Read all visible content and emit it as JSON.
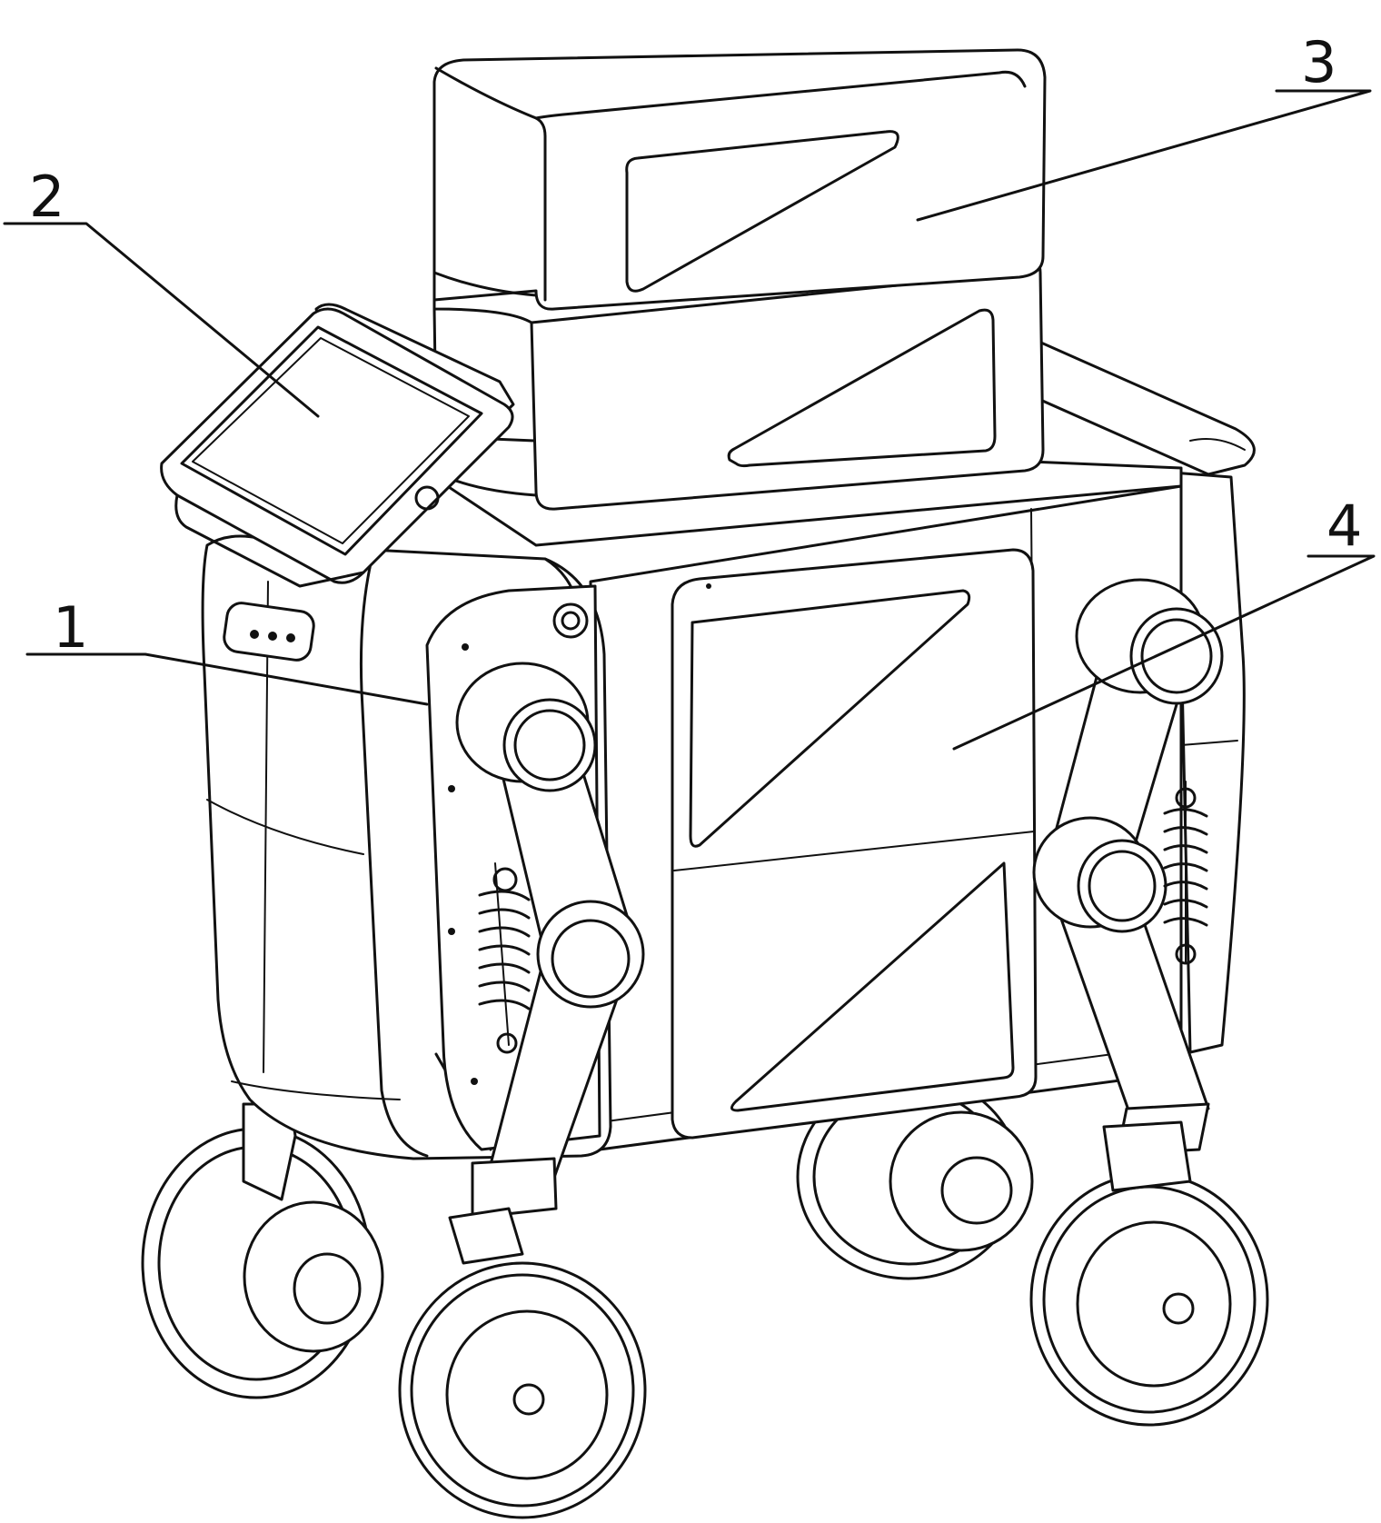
{
  "figure": {
    "callouts": [
      {
        "id": "1",
        "label": "1"
      },
      {
        "id": "2",
        "label": "2"
      },
      {
        "id": "3",
        "label": "3"
      },
      {
        "id": "4",
        "label": "4"
      }
    ],
    "colors": {
      "line": "#111111",
      "background": "#ffffff"
    }
  }
}
